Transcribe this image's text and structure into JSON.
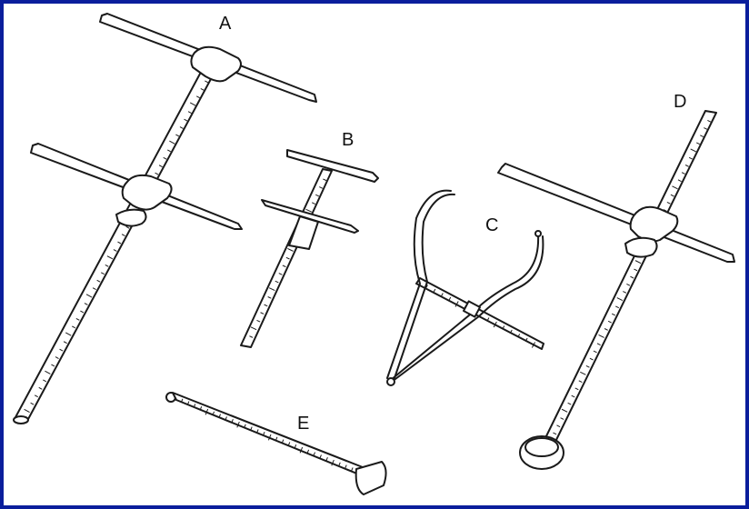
{
  "colors": {
    "frame": "#0a1e9c",
    "ink": "#1a1a1a",
    "paper": "#ffffff"
  },
  "labels": {
    "a": "A",
    "b": "B",
    "c": "C",
    "d": "D",
    "e": "E"
  }
}
